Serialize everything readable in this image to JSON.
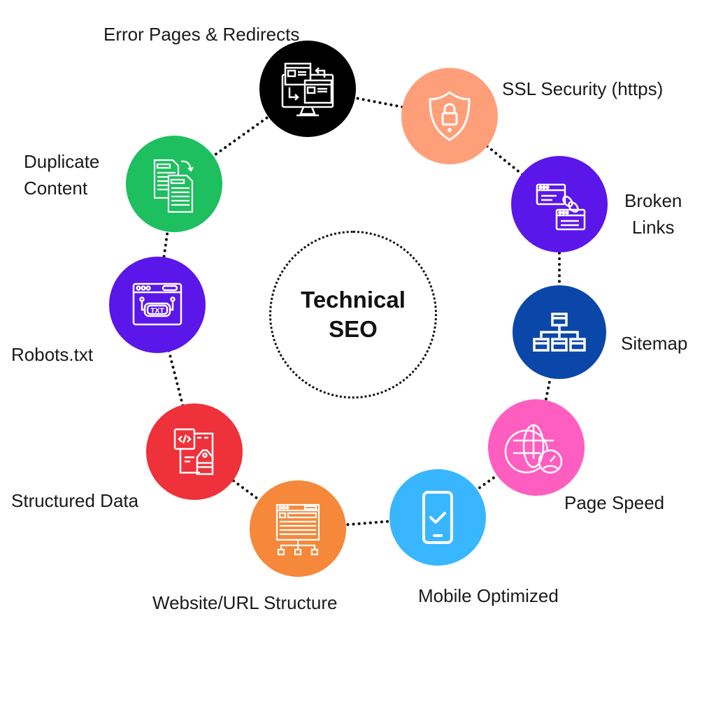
{
  "title": {
    "line1": "Technical",
    "line2": "SEO"
  },
  "nodes": [
    {
      "id": "error-pages",
      "label": "Error Pages & Redirects",
      "color": "#000000",
      "icon": "monitor-redirect-icon"
    },
    {
      "id": "ssl",
      "label": "SSL Security (https)",
      "color": "#FF9F7A",
      "icon": "shield-lock-icon"
    },
    {
      "id": "broken-links",
      "label_line1": "Broken",
      "label_line2": "Links",
      "color": "#5B16EA",
      "icon": "linked-windows-icon"
    },
    {
      "id": "sitemap",
      "label": "Sitemap",
      "color": "#0A47A8",
      "icon": "sitemap-hierarchy-icon"
    },
    {
      "id": "page-speed",
      "label": "Page Speed",
      "color": "#FF5EC1",
      "icon": "globe-speedometer-icon"
    },
    {
      "id": "mobile",
      "label": "Mobile Optimized",
      "color": "#38B6FF",
      "icon": "smartphone-check-icon"
    },
    {
      "id": "url-structure",
      "label": "Website/URL Structure",
      "color": "#F5883A",
      "icon": "website-structure-icon"
    },
    {
      "id": "structured-data",
      "label": "Structured Data",
      "color": "#EE313A",
      "icon": "code-tag-icon"
    },
    {
      "id": "robots",
      "label": "Robots.txt",
      "color": "#5B16EA",
      "icon": "robots-txt-icon"
    },
    {
      "id": "duplicate",
      "label_line1": "Duplicate",
      "label_line2": "Content",
      "color": "#1DBF5E",
      "icon": "duplicate-documents-icon"
    }
  ]
}
